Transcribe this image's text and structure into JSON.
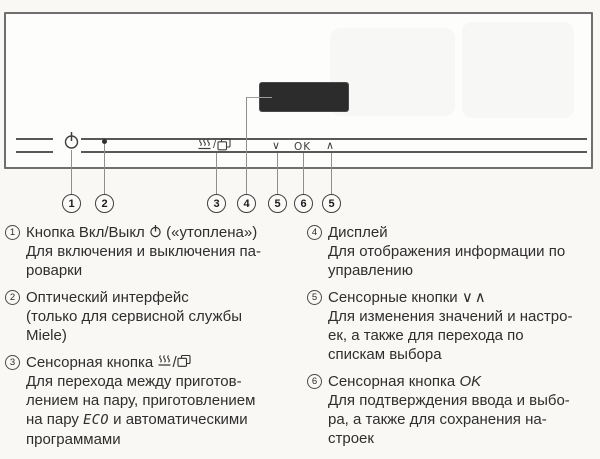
{
  "diagram": {
    "strip": {
      "slash": "/",
      "down_label": "∨",
      "ok_label": "OK",
      "up_label": "∧"
    },
    "callout_numbers": [
      "1",
      "2",
      "3",
      "4",
      "5",
      "6",
      "5"
    ],
    "icons": {
      "power": "power-standby-icon",
      "optical": "optical-interface-dot",
      "steam": "steam-cooking-icon",
      "menu": "auto-programs-icon"
    }
  },
  "legend": {
    "left": [
      {
        "num": "1",
        "title_pre": "Кнопка Вкл/Выкл ",
        "title_post": " («утоплена»)",
        "body": "Для включения и выключения па-\nроварки"
      },
      {
        "num": "2",
        "title": "Оптический интерфейс",
        "body": "(только для сервисной службы\nMiele)"
      },
      {
        "num": "3",
        "title_pre": "Сенсорная кнопка ",
        "title_slash": "/",
        "body_pre": "Для перехода между приготов-\nлением на пару, приготовлением\nна пару ",
        "body_eco": "ECO",
        "body_post": " и автоматическими\nпрограммами"
      }
    ],
    "right": [
      {
        "num": "4",
        "title": "Дисплей",
        "body": "Для отображения информации по\nуправлению"
      },
      {
        "num": "5",
        "title_pre": "Сенсорные кнопки ",
        "title_sym": "∨∧",
        "body": "Для изменения значений и настро-\nек, а также для перехода по\nспискам выбора"
      },
      {
        "num": "6",
        "title_pre": "Сенсорная кнопка ",
        "title_ok": "OK",
        "body": "Для подтверждения ввода и выбо-\nра, а также для сохранения на-\nстроек"
      }
    ]
  }
}
